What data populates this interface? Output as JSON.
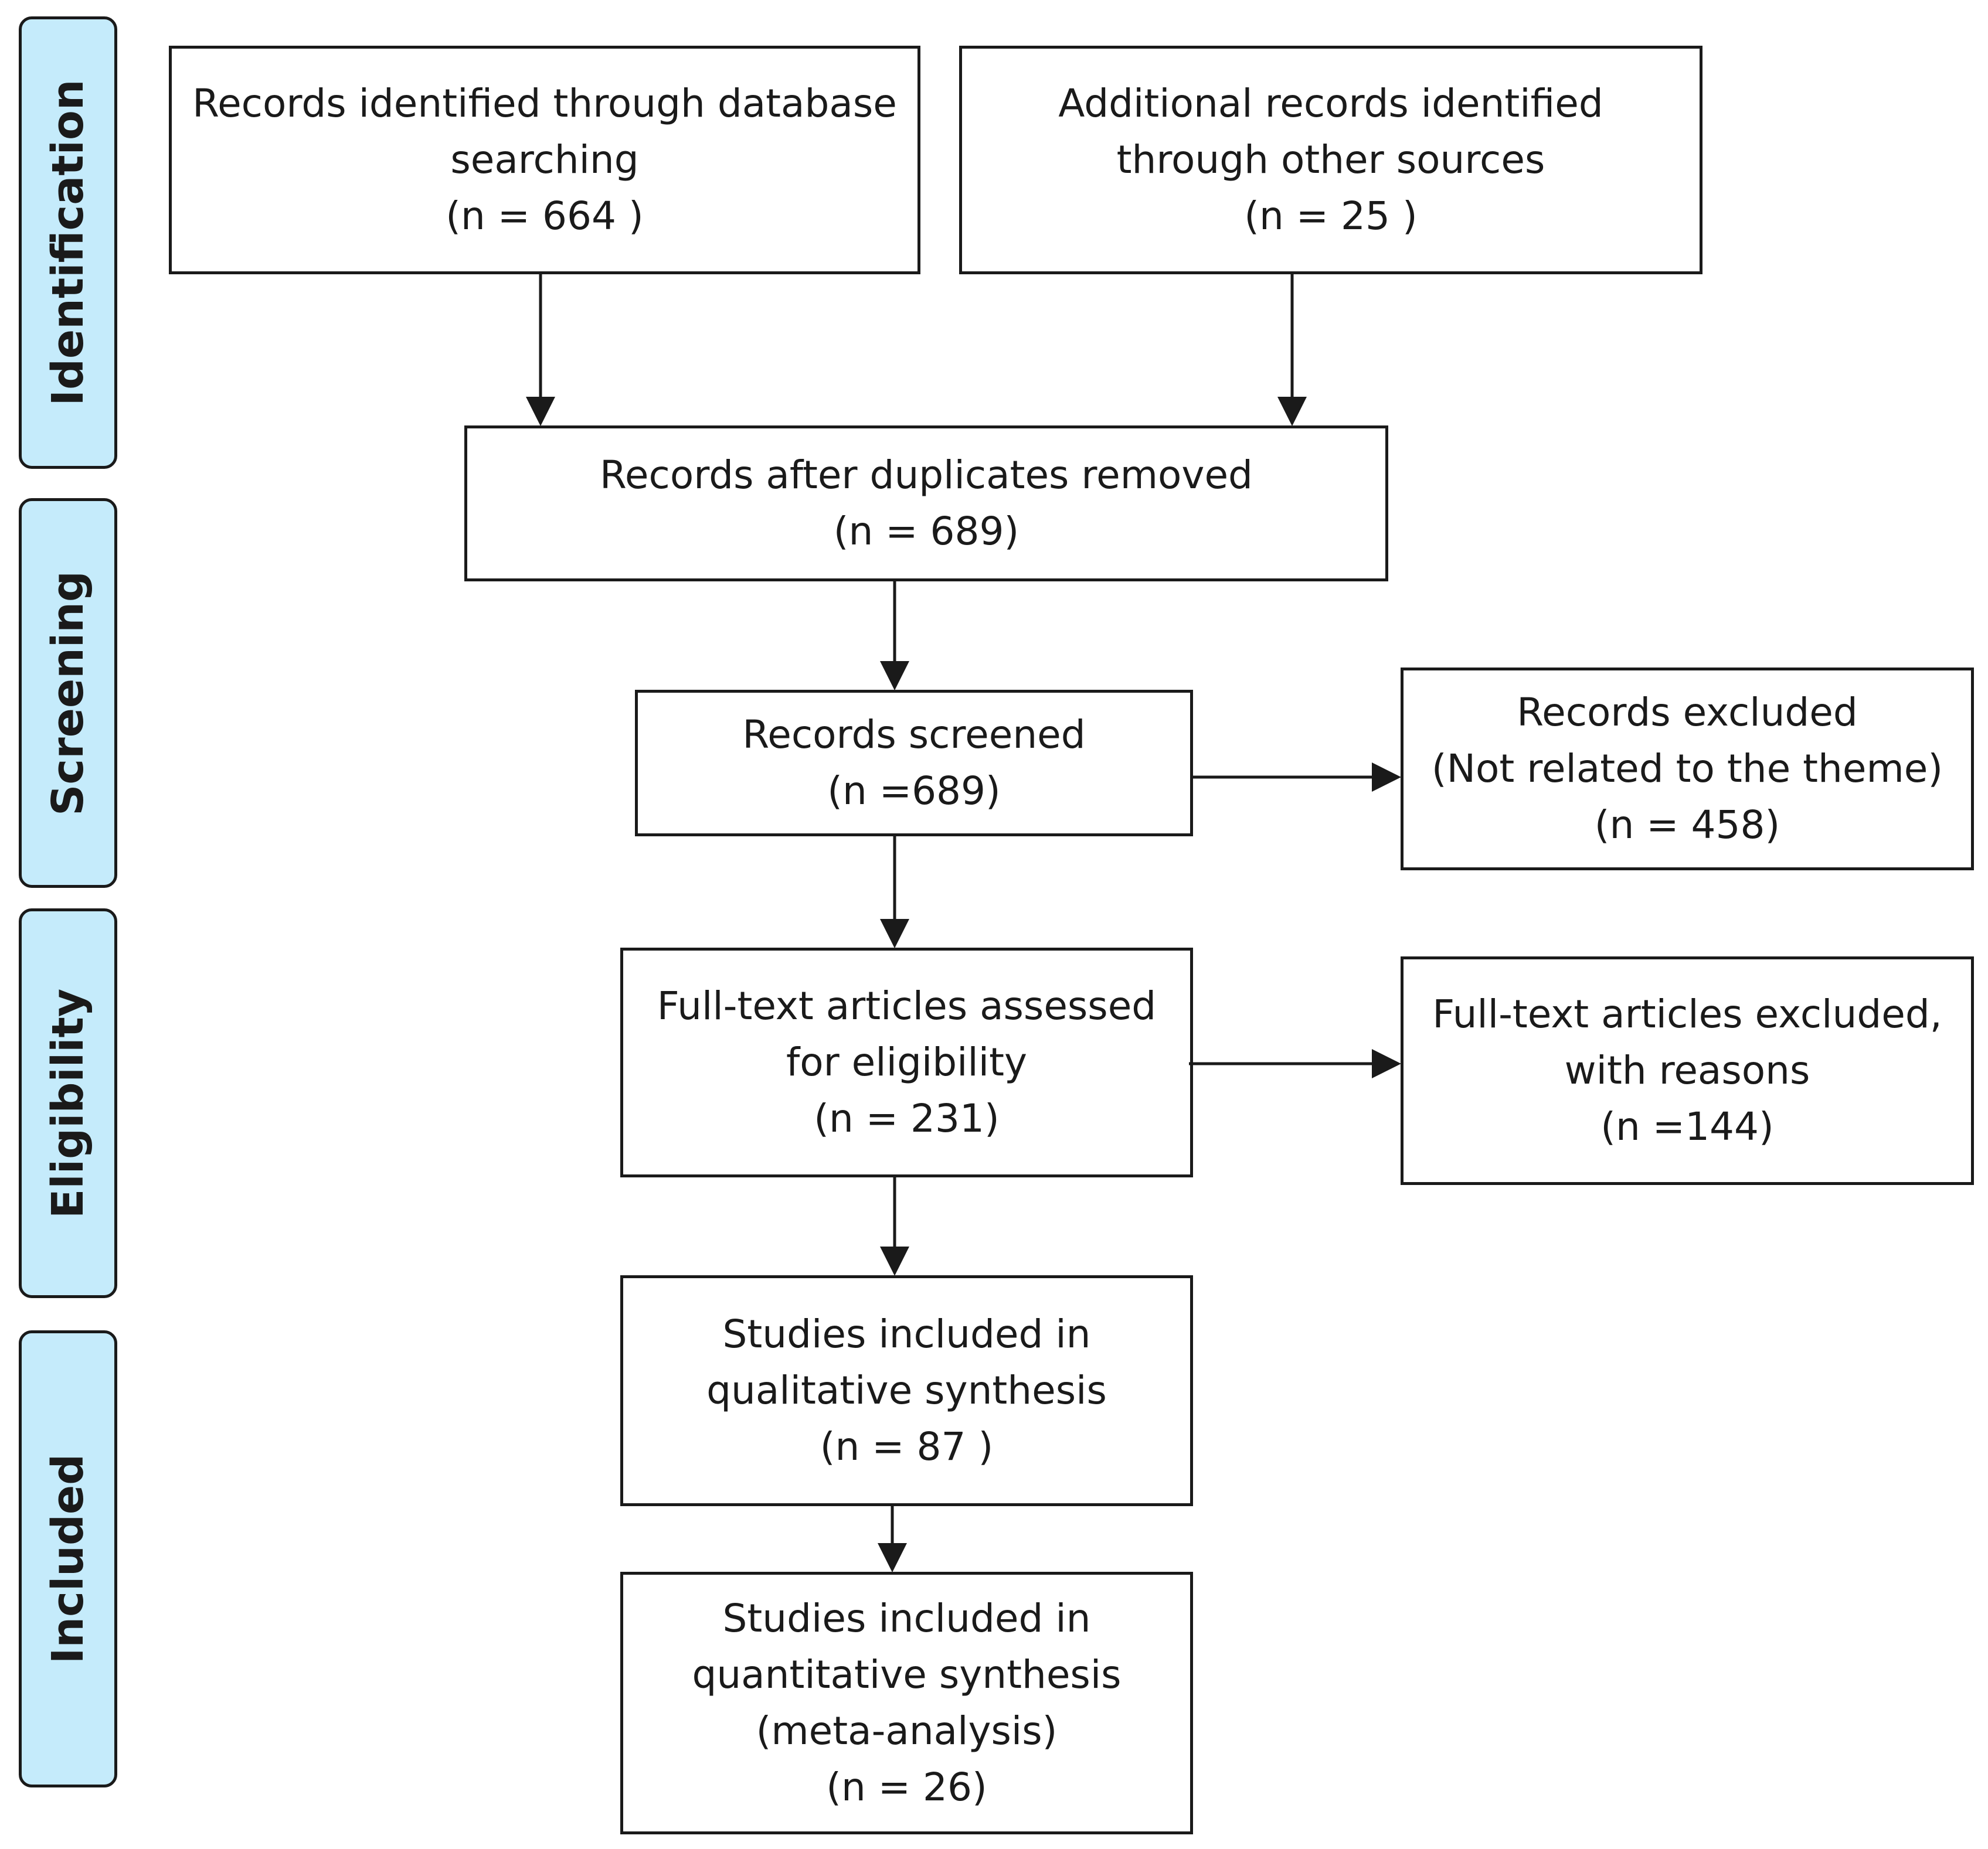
{
  "phases": {
    "identification": "Identification",
    "screening": "Screening",
    "eligibility": "Eligibility",
    "included": "Included"
  },
  "boxes": {
    "database": {
      "line1": "Records identified through database",
      "line2": "searching",
      "count": "(n = 664 )"
    },
    "other_sources": {
      "line1": "Additional records identified",
      "line2": "through other sources",
      "count": "(n = 25 )"
    },
    "duplicates_removed": {
      "line1": "Records after duplicates removed",
      "count": "(n = 689)"
    },
    "screened": {
      "line1": "Records screened",
      "count": "(n =689)"
    },
    "excluded": {
      "line1": "Records excluded",
      "line2": "(Not related to the theme)",
      "count": "(n = 458)"
    },
    "fulltext_assessed": {
      "line1": "Full-text articles assessed",
      "line2": "for eligibility",
      "count": "(n = 231)"
    },
    "fulltext_excluded": {
      "line1": "Full-text articles excluded,",
      "line2": "with reasons",
      "count": "(n =144)"
    },
    "qualitative": {
      "line1": "Studies included in",
      "line2": "qualitative synthesis",
      "count": "(n =  87 )"
    },
    "quantitative": {
      "line1": "Studies included in",
      "line2": "quantitative synthesis",
      "line3": "(meta-analysis)",
      "count": "(n = 26)"
    }
  }
}
